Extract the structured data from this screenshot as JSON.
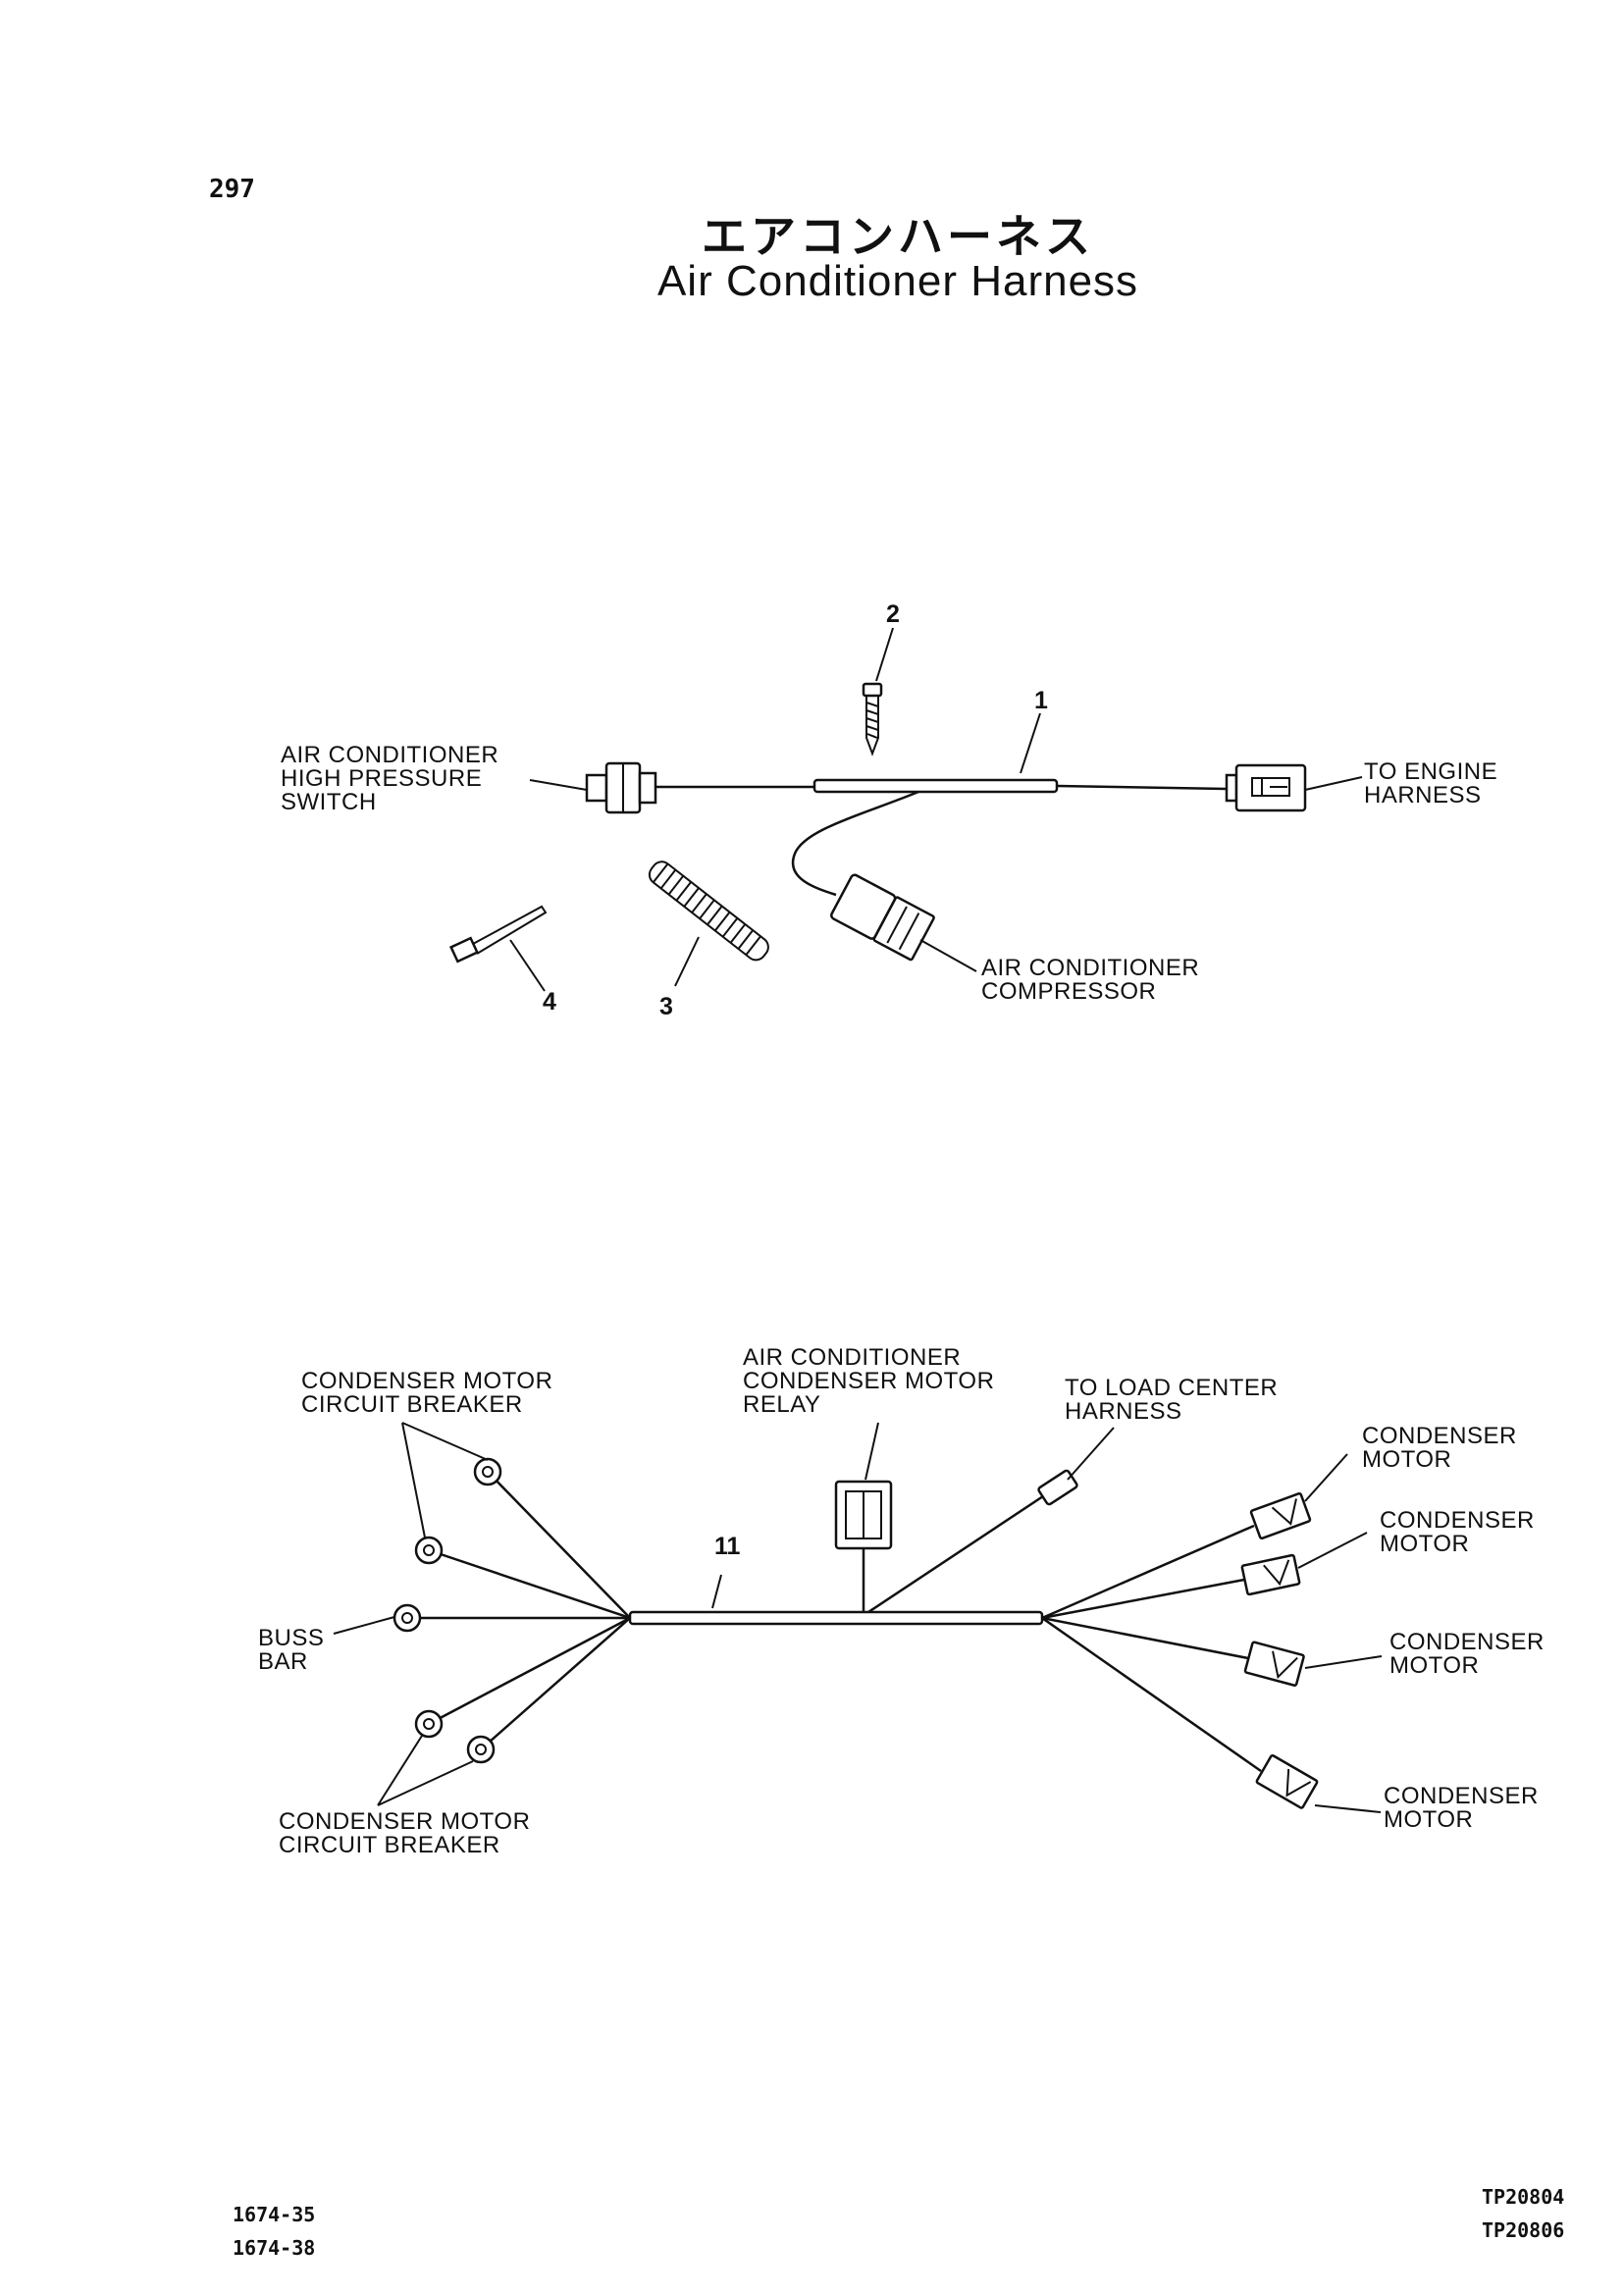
{
  "page": {
    "number": "297",
    "title_jp": "エアコンハーネス",
    "title_en": "Air Conditioner Harness"
  },
  "diagram1": {
    "callouts": {
      "c1": "1",
      "c2": "2",
      "c3": "3",
      "c4": "4"
    },
    "labels": {
      "hp_switch": [
        "AIR CONDITIONER",
        "HIGH PRESSURE",
        "SWITCH"
      ],
      "engine_harness": [
        "TO ENGINE",
        "HARNESS"
      ],
      "compressor": [
        "AIR CONDITIONER",
        "COMPRESSOR"
      ]
    }
  },
  "diagram2": {
    "callouts": {
      "c11": "11"
    },
    "labels": {
      "breaker_top": [
        "CONDENSER MOTOR",
        "CIRCUIT BREAKER"
      ],
      "relay": [
        "AIR CONDITIONER",
        "CONDENSER MOTOR",
        "RELAY"
      ],
      "load_center": [
        "TO LOAD CENTER",
        "HARNESS"
      ],
      "motor1": [
        "CONDENSER",
        "MOTOR"
      ],
      "motor2": [
        "CONDENSER",
        "MOTOR"
      ],
      "motor3": [
        "CONDENSER",
        "MOTOR"
      ],
      "motor4": [
        "CONDENSER",
        "MOTOR"
      ],
      "buss_bar": [
        "BUSS",
        "BAR"
      ],
      "breaker_bottom": [
        "CONDENSER MOTOR",
        "CIRCUIT BREAKER"
      ]
    }
  },
  "footer": {
    "left": [
      "1674-35",
      "1674-38"
    ],
    "right": [
      "TP20804",
      "TP20806"
    ]
  }
}
